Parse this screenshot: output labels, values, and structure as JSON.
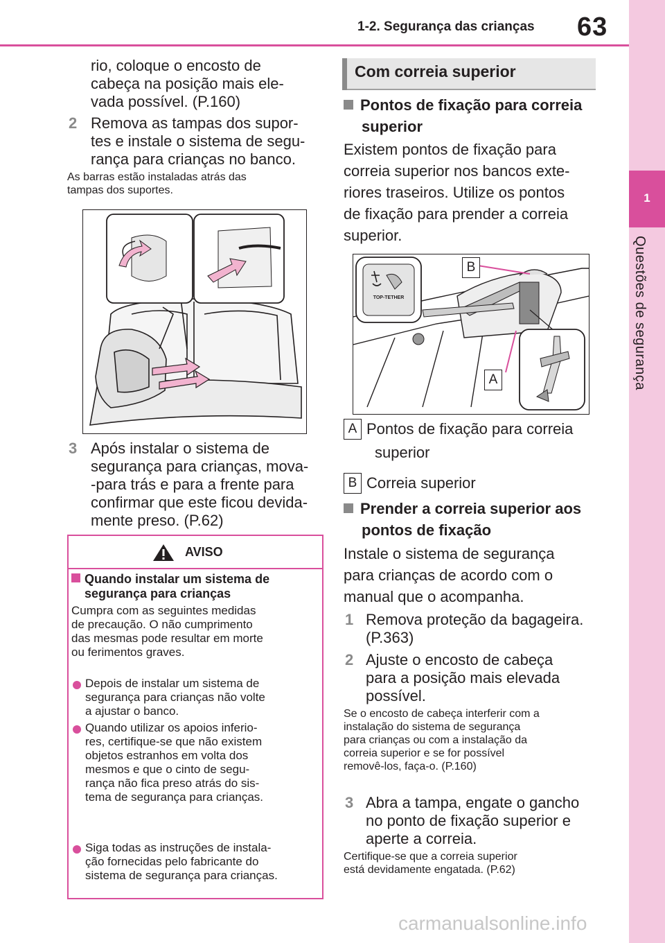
{
  "header": {
    "section": "1-2. Segurança das crianças",
    "page_number": "63"
  },
  "sidebar": {
    "chapter_number": "1",
    "chapter_title": "Questões de segurança"
  },
  "left": {
    "intro_lines": [
      "rio, coloque o encosto de",
      "cabeça na posição mais ele-",
      "vada possível. (P.160)"
    ],
    "step2": {
      "num": "2",
      "lines": [
        "Remova as tampas dos supor-",
        "tes e instale o sistema de segu-",
        "rança para crianças no banco."
      ]
    },
    "note2_lines": [
      "As barras estão instaladas atrás das",
      "tampas dos suportes."
    ],
    "step3": {
      "num": "3",
      "lines": [
        "Após instalar o sistema de",
        "segurança para crianças, mova-",
        "-para trás e para a frente para",
        "confirmar que este ficou devida-",
        "mente preso. (P.62)"
      ]
    }
  },
  "warning": {
    "title": "AVISO",
    "heading_lines": [
      "Quando instalar um sistema de",
      "segurança para crianças"
    ],
    "intro_lines": [
      "Cumpra com as seguintes medidas",
      "de precaução. O não cumprimento",
      "das mesmas pode resultar em morte",
      "ou ferimentos graves."
    ],
    "bullet1_lines": [
      "Depois de instalar um sistema de",
      "segurança para crianças não volte",
      "a ajustar o banco."
    ],
    "bullet2_lines": [
      "Quando utilizar os apoios inferio-",
      "res, certifique-se que não existem",
      "objetos estranhos em volta dos",
      "mesmos e que o cinto de segu-",
      "rança não fica preso atrás do sis-",
      "tema de segurança para crianças."
    ],
    "bullet3_lines": [
      "Siga todas as instruções de instala-",
      "ção fornecidas pelo fabricante do",
      "sistema de segurança para crianças."
    ]
  },
  "right": {
    "box_title": "Com correia superior",
    "sub1_lines": [
      "Pontos de fixação para correia",
      "superior"
    ],
    "para1_lines": [
      "Existem pontos de fixação para",
      "correia superior nos bancos exte-",
      "riores traseiros. Utilize os pontos",
      "de fixação para prender a correia",
      "superior."
    ],
    "figure_labels": {
      "a": "A",
      "b": "B",
      "badge": "TOP-TETHER"
    },
    "legend": [
      {
        "tag": "A",
        "lines": [
          "Pontos de fixação para correia",
          "superior"
        ]
      },
      {
        "tag": "B",
        "lines": [
          "Correia superior"
        ]
      }
    ],
    "sub2_lines": [
      "Prender a correia superior aos",
      "pontos de fixação"
    ],
    "para2_lines": [
      "Instale o sistema de segurança",
      "para crianças de acordo com o",
      "manual que o acompanha."
    ],
    "step1": {
      "num": "1",
      "lines": [
        "Remova proteção da bagageira.",
        "(P.363)"
      ]
    },
    "step2": {
      "num": "2",
      "lines": [
        "Ajuste o encosto de cabeça",
        "para a posição mais elevada",
        "possível."
      ]
    },
    "note2_lines": [
      "Se o encosto de cabeça interferir com a",
      "instalação do sistema de segurança",
      "para crianças ou com a instalação da",
      "correia superior e se for possível",
      "removê-los, faça-o. (P.160)"
    ],
    "step3": {
      "num": "3",
      "lines": [
        "Abra a tampa, engate o gancho",
        "no ponto de fixação superior e",
        "aperte a correia."
      ]
    },
    "note3_lines": [
      "Certifique-se que a correia superior",
      "está devidamente engatada. (P.62)"
    ]
  },
  "watermark": "carmanualsonline.info",
  "colors": {
    "accent": "#d94f9c",
    "sidebar": "#f4c9e0",
    "gray_bar": "#8a8a8a"
  }
}
